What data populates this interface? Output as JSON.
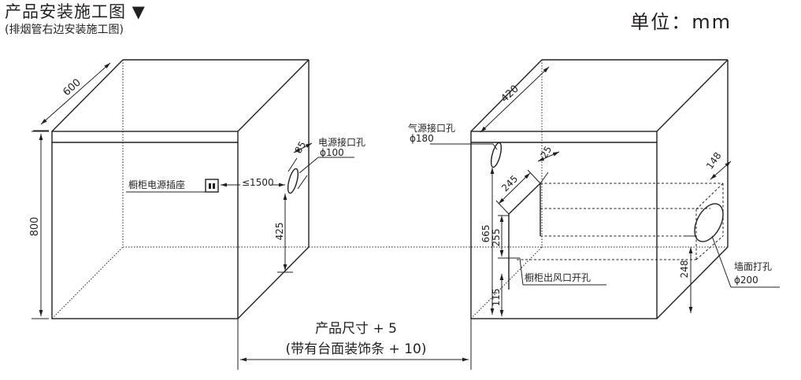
{
  "header": {
    "title": "产品安装施工图 ▼",
    "subtitle": "(排烟管右边安装施工图)",
    "unit": "单位：mm"
  },
  "left_cabinet": {
    "depth": "600",
    "height": "800",
    "socket_label": "橱柜电源插座",
    "socket_distance": "≤1500",
    "power_hole_label": "电源接口孔",
    "power_hole_diameter": "ϕ100",
    "power_hole_offset": "85",
    "power_hole_height": "425"
  },
  "right_cabinet": {
    "depth": "420",
    "gas_hole_label": "气源接口孔",
    "gas_hole_diameter": "ϕ180",
    "dim_25": "25",
    "dim_245": "245",
    "dim_665": "665",
    "dim_255": "255",
    "dim_115": "115",
    "outlet_label": "橱柜出风口开孔",
    "dim_148": "148",
    "dim_248": "248",
    "wall_hole_label": "墙面打孔",
    "wall_hole_diameter": "ϕ200"
  },
  "bottom": {
    "size_line1": "产品尺寸 + 5",
    "size_line2": "(带有台面装饰条 + 10)"
  }
}
